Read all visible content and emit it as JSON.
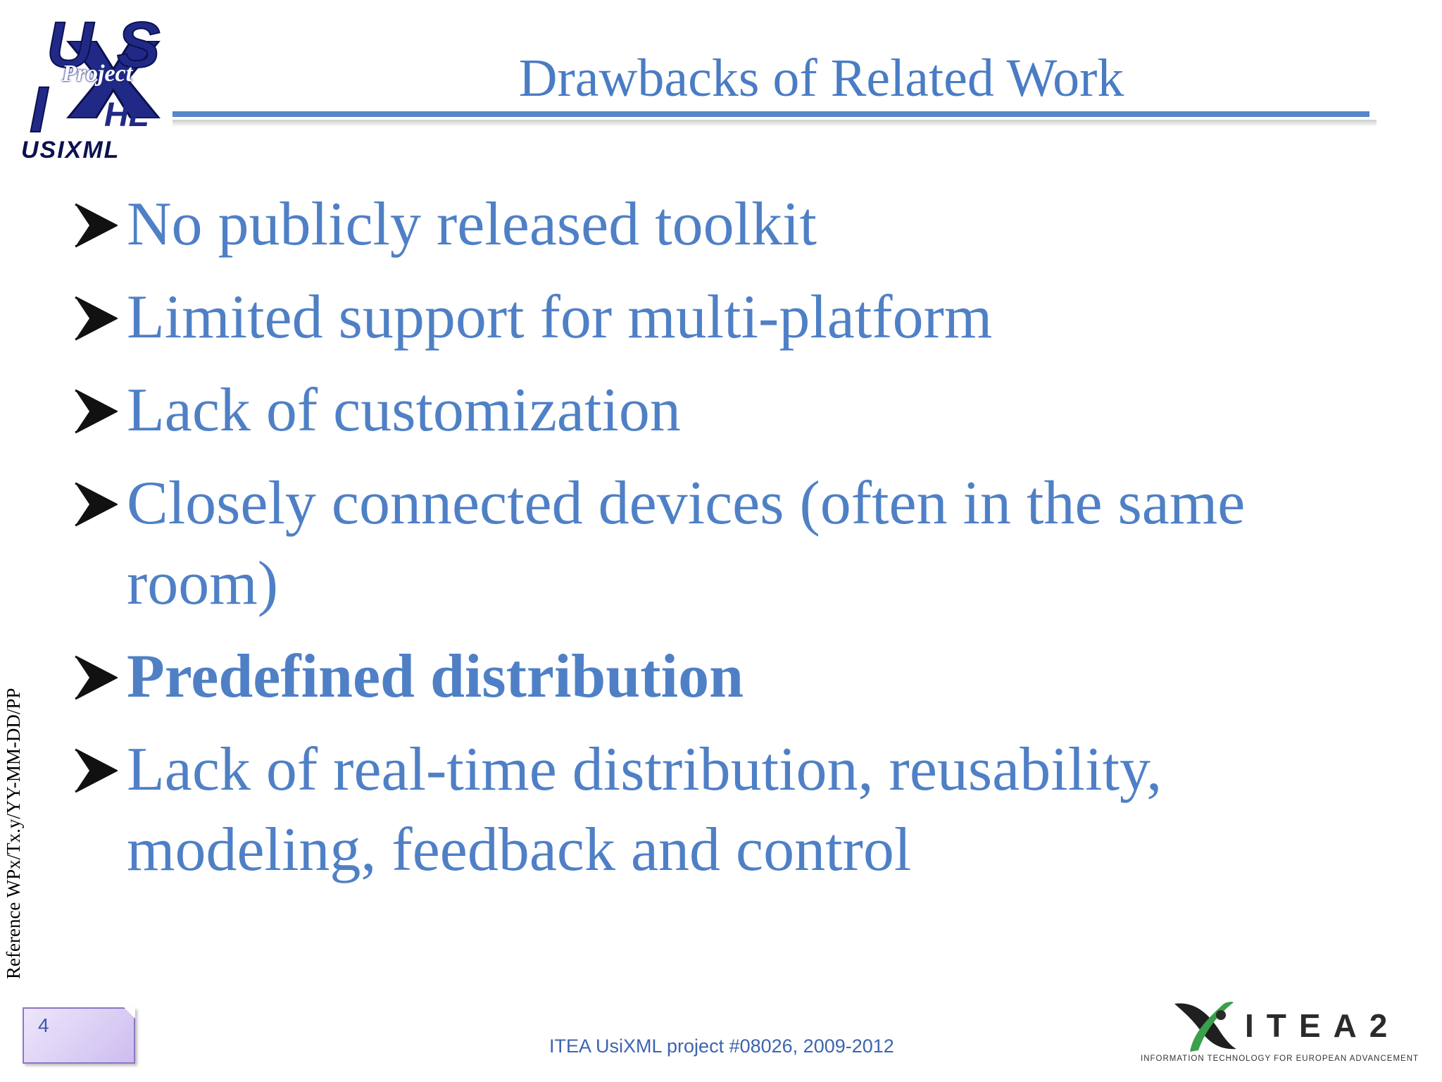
{
  "logo": {
    "letters": [
      "U",
      "S",
      "I"
    ],
    "project_label": "Project",
    "hl": "HL",
    "name": "USIXML"
  },
  "title": "Drawbacks of Related Work",
  "bullets": [
    {
      "text": "No publicly released toolkit",
      "bold": false
    },
    {
      "text": "Limited support for multi-platform",
      "bold": false
    },
    {
      "text": "Lack of customization",
      "bold": false
    },
    {
      "text": "Closely connected devices (often in the same room)",
      "bold": false
    },
    {
      "text": "Predefined distribution",
      "bold": true
    },
    {
      "text": "Lack of real-time distribution, reusability, modeling, feedback and control",
      "bold": false
    }
  ],
  "side_reference": "Reference WPx/Tx.y/YY-MM-DD/PP",
  "footer": {
    "page_number": "4",
    "text": "ITEA UsiXML project #08026, 2009-2012"
  },
  "itea_logo": {
    "word": "ITEA2",
    "tagline": "INFORMATION TECHNOLOGY FOR EUROPEAN ADVANCEMENT"
  },
  "colors": {
    "accent": "#4f80c6",
    "rule": "#5687c9",
    "logo_navy": "#202a86"
  }
}
